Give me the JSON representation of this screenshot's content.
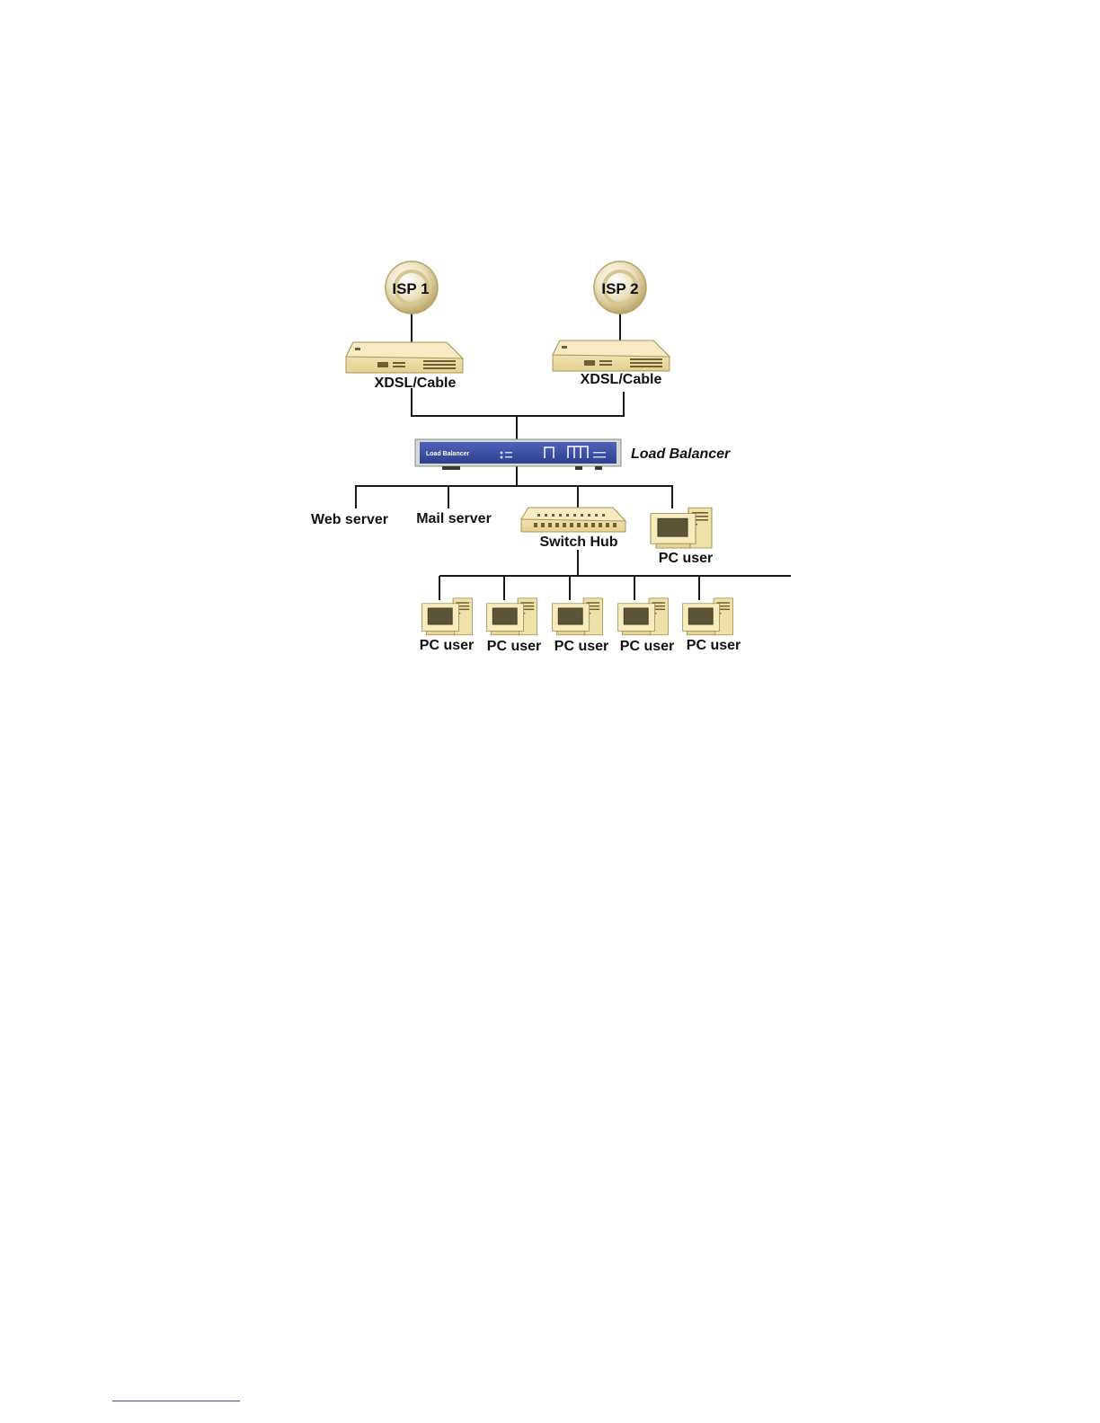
{
  "diagram": {
    "isp1": {
      "label": "ISP 1",
      "icon": "internet-globe-icon"
    },
    "isp2": {
      "label": "ISP 2",
      "icon": "internet-globe-icon"
    },
    "modem1": {
      "label": "XDSL/Cable",
      "icon": "modem-icon"
    },
    "modem2": {
      "label": "XDSL/Cable",
      "icon": "modem-icon"
    },
    "load_balancer": {
      "label": "Load Balancer",
      "panel_text": "Load Balancer",
      "icon": "load-balancer-device-icon"
    },
    "web_server": {
      "label": "Web server"
    },
    "mail_server": {
      "label": "Mail server"
    },
    "switch_hub": {
      "label": "Switch Hub",
      "icon": "switch-hub-icon"
    },
    "pc_main": {
      "label": "PC user",
      "icon": "desktop-pc-icon"
    },
    "pc_users": [
      {
        "label": "PC user"
      },
      {
        "label": "PC user"
      },
      {
        "label": "PC user"
      },
      {
        "label": "PC user"
      },
      {
        "label": "PC user"
      }
    ],
    "colors": {
      "device_body": "#f2e6b0",
      "device_shadow": "#c9b677",
      "isp_circle": "#ece4c4",
      "load_balancer_panel": "#3b4fa3",
      "wire": "#1a1a1a",
      "footer_rule": "#3b46c4"
    }
  }
}
